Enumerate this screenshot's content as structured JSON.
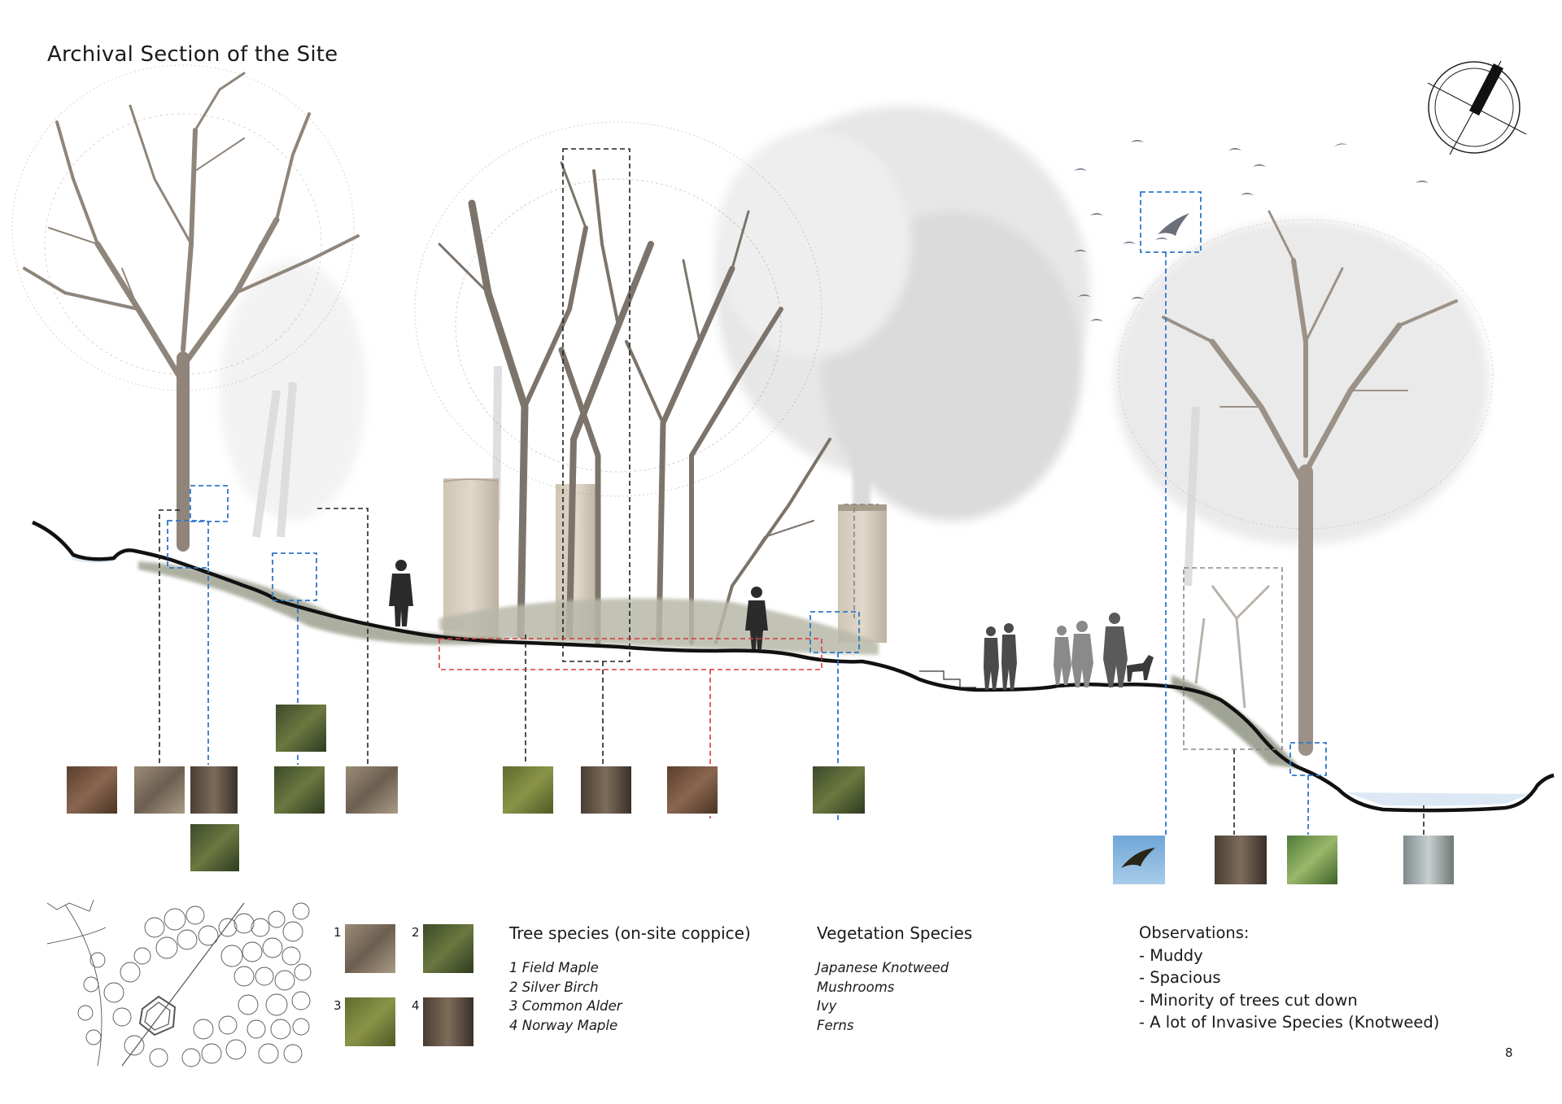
{
  "title": "Archival Section of the Site",
  "page_number": "8",
  "legend_keys": [
    "1",
    "2",
    "3",
    "4"
  ],
  "tree_species": {
    "heading": "Tree species (on-site coppice)",
    "items": [
      "1 Field Maple",
      "2 Silver Birch",
      "3 Common Alder",
      "4 Norway Maple"
    ]
  },
  "vegetation_species": {
    "heading": "Vegetation Species",
    "items": [
      "Japanese Knotweed",
      "Mushrooms",
      "Ivy",
      "Ferns"
    ]
  },
  "observations": {
    "heading": "Observations:",
    "items": [
      "- Muddy",
      "- Spacious",
      "- Minority of trees cut down",
      "- A lot of Invasive Species (Knotweed)"
    ]
  },
  "colors": {
    "ground": "#111111",
    "tree_bare": "#8f857b",
    "tree_faded": "#c9c9c9",
    "callout_blue": "#2e77c9",
    "callout_black": "#222222",
    "callout_red": "#d83a3a",
    "callout_grey": "#888888",
    "water": "#dce9f4",
    "bark": "#7a6a58",
    "moss": "#6f7d3b",
    "leaf_litter": "#6b4e3a"
  },
  "icons": [
    "compass-icon",
    "bird-icon",
    "person-silhouette-icon",
    "dog-silhouette-icon",
    "tree-icon",
    "photo-thumbnail"
  ]
}
